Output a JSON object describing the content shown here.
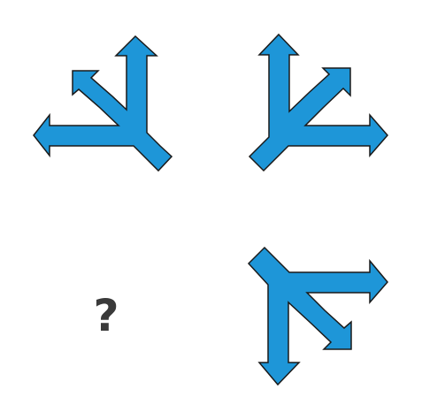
{
  "puzzle": {
    "question_mark": "?",
    "colors": {
      "arrow_fill": "#1E96D8",
      "arrow_stroke": "#1a1a1a",
      "question_mark": "#3a3a3a",
      "background": "#ffffff"
    },
    "cells": [
      {
        "position": "top-left",
        "icon": "three-way-arrow-up-left-icon"
      },
      {
        "position": "top-right",
        "icon": "three-way-arrow-up-right-icon"
      },
      {
        "position": "bottom-left",
        "icon": "question-mark"
      },
      {
        "position": "bottom-right",
        "icon": "three-way-arrow-down-right-icon"
      }
    ]
  }
}
